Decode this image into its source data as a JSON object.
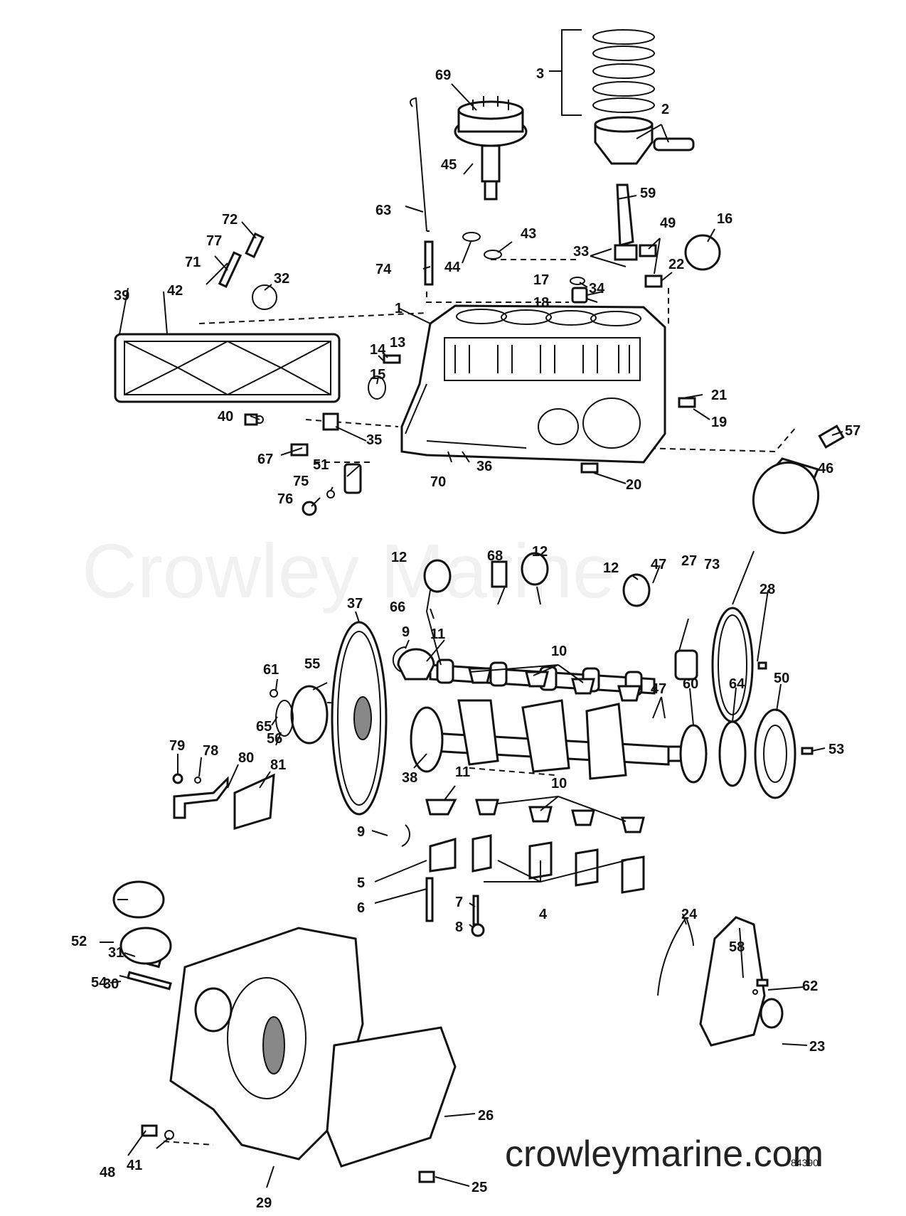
{
  "watermark": "Crowley Marine",
  "website": "crowleymarine.com",
  "drawing_code": "84390",
  "callouts": [
    {
      "id": "c1",
      "text": "1"
    },
    {
      "id": "c2",
      "text": "2"
    },
    {
      "id": "c3",
      "text": "3"
    },
    {
      "id": "c4",
      "text": "4"
    },
    {
      "id": "c5",
      "text": "5"
    },
    {
      "id": "c6",
      "text": "6"
    },
    {
      "id": "c7",
      "text": "7"
    },
    {
      "id": "c8",
      "text": "8"
    },
    {
      "id": "c9a",
      "text": "9"
    },
    {
      "id": "c9b",
      "text": "9"
    },
    {
      "id": "c10a",
      "text": "10"
    },
    {
      "id": "c10b",
      "text": "10"
    },
    {
      "id": "c11a",
      "text": "11"
    },
    {
      "id": "c11b",
      "text": "11"
    },
    {
      "id": "c12a",
      "text": "12"
    },
    {
      "id": "c12b",
      "text": "12"
    },
    {
      "id": "c12c",
      "text": "12"
    },
    {
      "id": "c13",
      "text": "13"
    },
    {
      "id": "c14",
      "text": "14"
    },
    {
      "id": "c15",
      "text": "15"
    },
    {
      "id": "c16",
      "text": "16"
    },
    {
      "id": "c17",
      "text": "17"
    },
    {
      "id": "c18",
      "text": "18"
    },
    {
      "id": "c19",
      "text": "19"
    },
    {
      "id": "c20",
      "text": "20"
    },
    {
      "id": "c21",
      "text": "21"
    },
    {
      "id": "c22",
      "text": "22"
    },
    {
      "id": "c23",
      "text": "23"
    },
    {
      "id": "c24",
      "text": "24"
    },
    {
      "id": "c25",
      "text": "25"
    },
    {
      "id": "c26",
      "text": "26"
    },
    {
      "id": "c27",
      "text": "27"
    },
    {
      "id": "c28",
      "text": "28"
    },
    {
      "id": "c29",
      "text": "29"
    },
    {
      "id": "c30",
      "text": "30"
    },
    {
      "id": "c31",
      "text": "31"
    },
    {
      "id": "c32",
      "text": "32"
    },
    {
      "id": "c33",
      "text": "33"
    },
    {
      "id": "c34",
      "text": "34"
    },
    {
      "id": "c35",
      "text": "35"
    },
    {
      "id": "c36",
      "text": "36"
    },
    {
      "id": "c37",
      "text": "37"
    },
    {
      "id": "c38",
      "text": "38"
    },
    {
      "id": "c39",
      "text": "39"
    },
    {
      "id": "c40",
      "text": "40"
    },
    {
      "id": "c41",
      "text": "41"
    },
    {
      "id": "c42",
      "text": "42"
    },
    {
      "id": "c43",
      "text": "43"
    },
    {
      "id": "c44",
      "text": "44"
    },
    {
      "id": "c45",
      "text": "45"
    },
    {
      "id": "c46",
      "text": "46"
    },
    {
      "id": "c47a",
      "text": "47"
    },
    {
      "id": "c47b",
      "text": "47"
    },
    {
      "id": "c48",
      "text": "48"
    },
    {
      "id": "c49",
      "text": "49"
    },
    {
      "id": "c50",
      "text": "50"
    },
    {
      "id": "c51",
      "text": "51"
    },
    {
      "id": "c52",
      "text": "52"
    },
    {
      "id": "c53",
      "text": "53"
    },
    {
      "id": "c54",
      "text": "54"
    },
    {
      "id": "c55",
      "text": "55"
    },
    {
      "id": "c56",
      "text": "56"
    },
    {
      "id": "c57",
      "text": "57"
    },
    {
      "id": "c58",
      "text": "58"
    },
    {
      "id": "c59",
      "text": "59"
    },
    {
      "id": "c60",
      "text": "60"
    },
    {
      "id": "c61",
      "text": "61"
    },
    {
      "id": "c62",
      "text": "62"
    },
    {
      "id": "c63",
      "text": "63"
    },
    {
      "id": "c64",
      "text": "64"
    },
    {
      "id": "c65",
      "text": "65"
    },
    {
      "id": "c66",
      "text": "66"
    },
    {
      "id": "c67",
      "text": "67"
    },
    {
      "id": "c68",
      "text": "68"
    },
    {
      "id": "c69",
      "text": "69"
    },
    {
      "id": "c70",
      "text": "70"
    },
    {
      "id": "c71",
      "text": "71"
    },
    {
      "id": "c72",
      "text": "72"
    },
    {
      "id": "c73",
      "text": "73"
    },
    {
      "id": "c74",
      "text": "74"
    },
    {
      "id": "c75",
      "text": "75"
    },
    {
      "id": "c76",
      "text": "76"
    },
    {
      "id": "c77",
      "text": "77"
    },
    {
      "id": "c78",
      "text": "78"
    },
    {
      "id": "c79",
      "text": "79"
    },
    {
      "id": "c80",
      "text": "80"
    },
    {
      "id": "c81",
      "text": "81"
    }
  ]
}
